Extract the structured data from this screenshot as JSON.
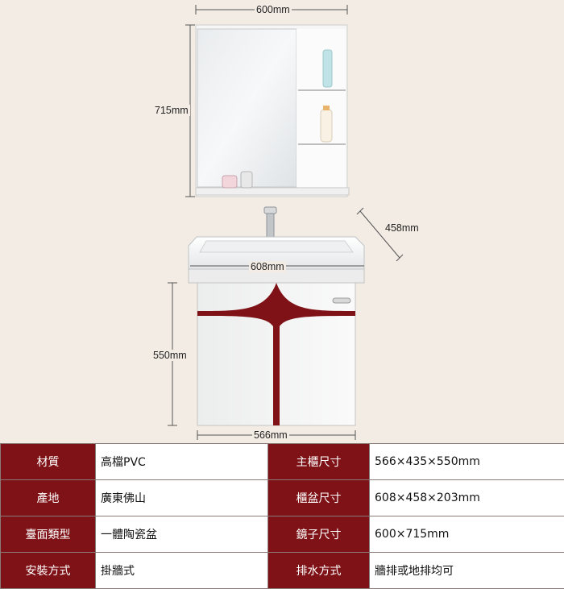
{
  "dimensions": {
    "mirror_width": "600mm",
    "mirror_height": "715mm",
    "basin_depth": "458mm",
    "basin_width": "608mm",
    "cabinet_height": "550mm",
    "cabinet_width": "566mm"
  },
  "specs": [
    {
      "label1": "材質",
      "value1": "高檔PVC",
      "label2": "主櫃尺寸",
      "value2": "566×435×550mm"
    },
    {
      "label1": "產地",
      "value1": "廣東佛山",
      "label2": "櫃盆尺寸",
      "value2": "608×458×203mm"
    },
    {
      "label1": "臺面類型",
      "value1": "一體陶瓷盆",
      "label2": "鏡子尺寸",
      "value2": "600×715mm"
    },
    {
      "label1": "安裝方式",
      "value1": "掛牆式",
      "label2": "排水方式",
      "value2": "牆排或地排均可"
    }
  ],
  "colors": {
    "accent_red": "#7f1216",
    "background": "#f3ece4"
  }
}
